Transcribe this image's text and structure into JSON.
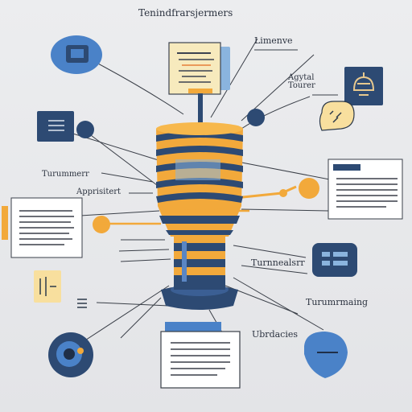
{
  "diagram": {
    "title": "Tenindfrarsjermers",
    "labels": {
      "top_right": "Limenve",
      "agytal_1": "Agytal",
      "agytal_2": "Tourer",
      "left_1": "Turummerr",
      "left_2": "Apprisitert",
      "right_mid": "Turnnealsrr",
      "right_low": "Turumrmaing",
      "bottom": "Ubrdacies"
    },
    "colors": {
      "accent_orange": "#f2a93b",
      "navy": "#2d4a73",
      "blue": "#4a82c8",
      "line": "#3a3f48"
    }
  }
}
